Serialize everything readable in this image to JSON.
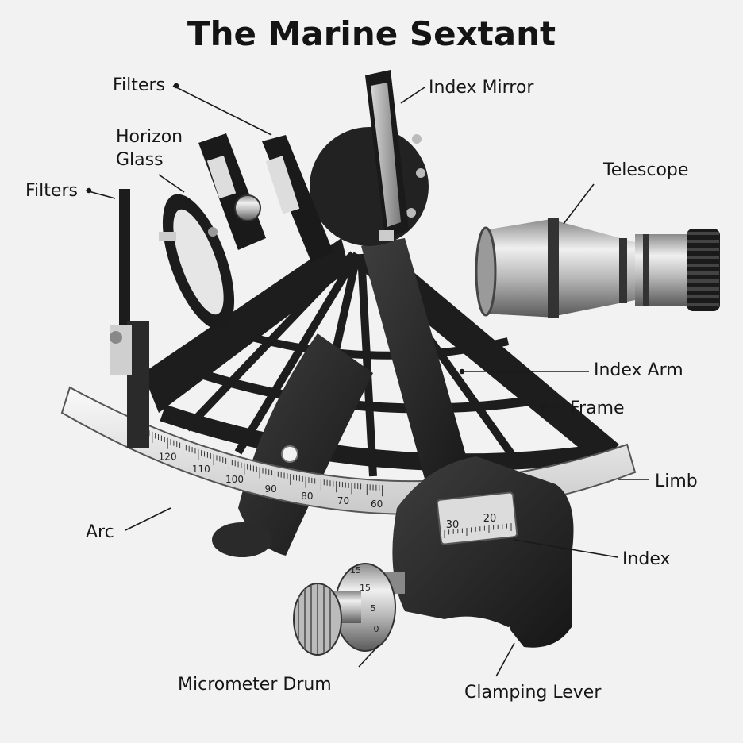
{
  "title": "The Marine Sextant",
  "labels": {
    "filters_top": "Filters",
    "horizon_glass": "Horizon\nGlass",
    "filters_left": "Filters",
    "index_mirror": "Index Mirror",
    "telescope": "Telescope",
    "index_arm": "Index Arm",
    "frame": "Frame",
    "limb": "Limb",
    "arc": "Arc",
    "index": "Index",
    "micrometer_drum": "Micrometer Drum",
    "clamping_lever": "Clamping Lever"
  },
  "arc_scale": [
    "120",
    "110",
    "100",
    "90",
    "80",
    "70",
    "60"
  ],
  "vernier_scale": [
    "30",
    "20"
  ],
  "drum_scale": [
    "15",
    "15",
    "5",
    "0"
  ],
  "colors": {
    "metal_dark": "#1d1d1d",
    "metal_mid": "#3a3a3a",
    "chrome": "#cfcfcf",
    "background": "#f2f2f2"
  }
}
